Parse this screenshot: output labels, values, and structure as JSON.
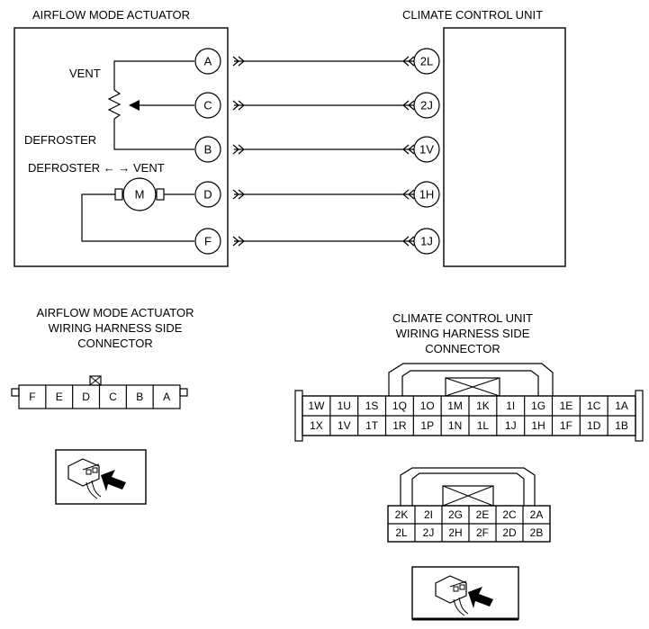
{
  "titles": {
    "actuator": "AIRFLOW MODE ACTUATOR",
    "ccu": "CLIMATE CONTROL UNIT"
  },
  "labels": {
    "vent": "VENT",
    "defroster": "DEFROSTER",
    "direction": "DEFROSTER ← → VENT",
    "motor": "M"
  },
  "wires": [
    {
      "actuator_pin": "A",
      "ccu_pin": "2L"
    },
    {
      "actuator_pin": "C",
      "ccu_pin": "2J"
    },
    {
      "actuator_pin": "B",
      "ccu_pin": "1V"
    },
    {
      "actuator_pin": "D",
      "ccu_pin": "1H"
    },
    {
      "actuator_pin": "F",
      "ccu_pin": "1J"
    }
  ],
  "actuator_connector": {
    "title_lines": [
      "AIRFLOW MODE ACTUATOR",
      "WIRING HARNESS SIDE",
      "CONNECTOR"
    ],
    "pins": [
      "F",
      "E",
      "D",
      "C",
      "B",
      "A"
    ]
  },
  "ccu_connector": {
    "title_lines": [
      "CLIMATE CONTROL UNIT",
      "WIRING HARNESS SIDE",
      "CONNECTOR"
    ],
    "connector1_rows": [
      [
        "1W",
        "1U",
        "1S",
        "1Q",
        "1O",
        "1M",
        "1K",
        "1I",
        "1G",
        "1E",
        "1C",
        "1A"
      ],
      [
        "1X",
        "1V",
        "1T",
        "1R",
        "1P",
        "1N",
        "1L",
        "1J",
        "1H",
        "1F",
        "1D",
        "1B"
      ]
    ],
    "connector2_rows": [
      [
        "2K",
        "2I",
        "2G",
        "2E",
        "2C",
        "2A"
      ],
      [
        "2L",
        "2J",
        "2H",
        "2F",
        "2D",
        "2B"
      ]
    ]
  },
  "icons": [
    "connector-harness-icon",
    "connector-harness-icon"
  ]
}
